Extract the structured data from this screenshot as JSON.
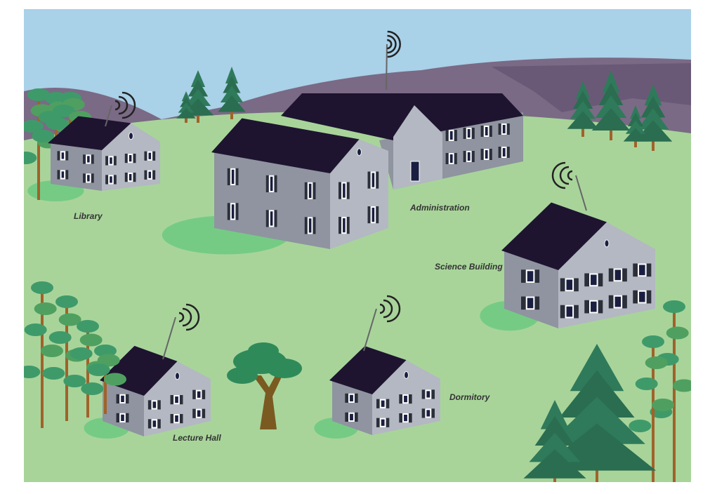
{
  "title": "Campus wireless network illustration",
  "labels": {
    "library": "Library",
    "administration": "Administration",
    "science": "Science Building",
    "lecture": "Lecture Hall",
    "dormitory": "Dormitory"
  },
  "colors": {
    "sky": "#a9d1e8",
    "grass": "#a8d49a",
    "mountain": "#7a6a85",
    "roof": "#1e1430",
    "wall_front": "#8f94a0",
    "wall_gable": "#b4b8c2",
    "shadow": "#5fc77a",
    "pine": "#2f7a5a",
    "leaf": "#3f9a6a",
    "trunk": "#a0622a"
  }
}
